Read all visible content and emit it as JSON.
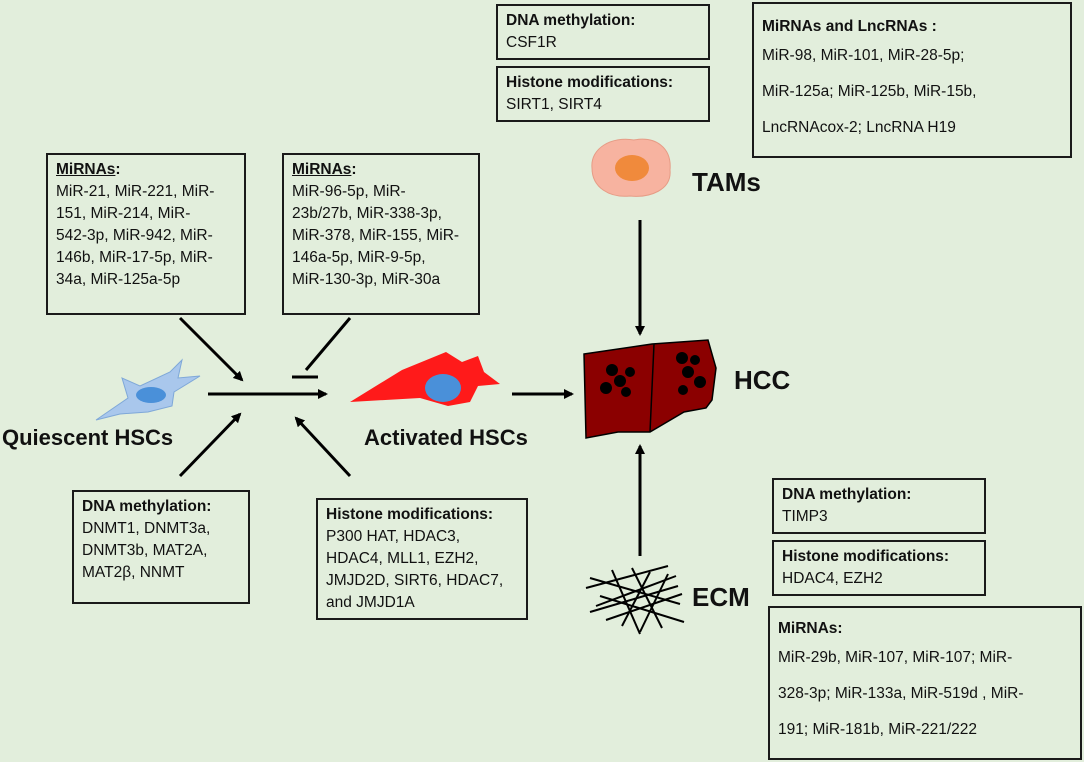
{
  "colors": {
    "background": "#e2eedc",
    "liver": "#8b0000",
    "activated_hsc": "#ff1a1a",
    "quiescent_hsc": "#a9c7ec",
    "nucleus": "#4a90d9",
    "tam_cell": "#f7b3a0",
    "tam_nucleus": "#f08a3c"
  },
  "labels": {
    "quiescent": "Quiescent HSCs",
    "activated": "Activated HSCs",
    "hcc": "HCC",
    "tams": "TAMs",
    "ecm": "ECM"
  },
  "boxes": {
    "tam_dna": {
      "heading": "DNA methylation:",
      "body": "CSF1R"
    },
    "tam_histone": {
      "heading": "Histone modifications:",
      "body": "SIRT1, SIRT4"
    },
    "tam_mirna": {
      "heading": "MiRNAs and LncRNAs :",
      "body": "MiR-98, MiR-101, MiR-28-5p;\nMiR-125a; MiR-125b, MiR-15b,\nLncRNAcox-2; LncRNA H19"
    },
    "pro_mirna": {
      "heading": "MiRNAs",
      "heading_suffix": ":",
      "body": "MiR-21, MiR-221, MiR-\n151, MiR-214,  MiR-\n542-3p, MiR-942, MiR-\n146b, MiR-17-5p, MiR-\n34a, MiR-125a-5p"
    },
    "anti_mirna": {
      "heading": "MiRNAs",
      "heading_suffix": ":",
      "body": "MiR-96-5p, MiR-\n23b/27b, MiR-338-3p,\nMiR-378, MiR-155, MiR-\n146a-5p, MiR-9-5p,\nMiR-130-3p, MiR-30a"
    },
    "hsc_dna": {
      "heading": "DNA methylation:",
      "body": "DNMT1, DNMT3a,\nDNMT3b, MAT2A,\nMAT2β, NNMT"
    },
    "hsc_histone": {
      "heading": "Histone modifications:",
      "body": "P300 HAT, HDAC3,\nHDAC4, MLL1, EZH2,\nJMJD2D, SIRT6, HDAC7,\nand JMJD1A"
    },
    "ecm_dna": {
      "heading": "DNA methylation:",
      "body": "TIMP3"
    },
    "ecm_histone": {
      "heading": "Histone modifications:",
      "body": "HDAC4, EZH2"
    },
    "ecm_mirna": {
      "heading": "MiRNAs:",
      "body": "MiR-29b, MiR-107, MiR-107; MiR-\n328-3p; MiR-133a, MiR-519d , MiR-\n191; MiR-181b, MiR-221/222"
    }
  }
}
